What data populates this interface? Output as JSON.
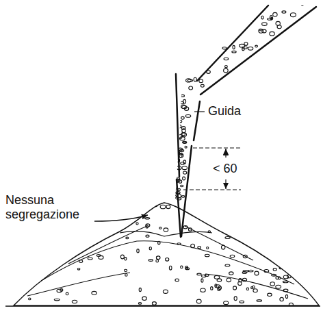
{
  "diagram": {
    "labels": [
      "Guida",
      "< 60",
      "Nessuna segregazione"
    ]
  }
}
